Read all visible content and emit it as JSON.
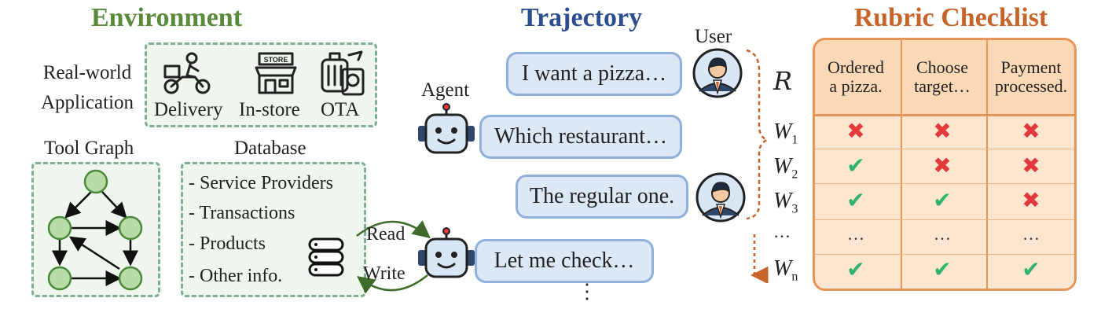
{
  "environment": {
    "title": "Environment",
    "realworld_label_line1": "Real-world",
    "realworld_label_line2": "Application",
    "apps": [
      {
        "label": "Delivery",
        "icon": "scooter-icon"
      },
      {
        "label": "In-store",
        "icon": "store-icon"
      },
      {
        "label": "OTA",
        "icon": "luggage-icon"
      }
    ],
    "store_sign": "STORE",
    "tool_graph_label": "Tool Graph",
    "database_label": "Database",
    "database_items": [
      "- Service Providers",
      "- Transactions",
      "- Products",
      "- Other info."
    ],
    "read_label": "Read",
    "write_label": "Write"
  },
  "trajectory": {
    "title": "Trajectory",
    "user_label": "User",
    "agent_label": "Agent",
    "messages": [
      {
        "role": "user",
        "text": "I want a pizza…"
      },
      {
        "role": "agent",
        "text": "Which restaurant…"
      },
      {
        "role": "user",
        "text": "The regular one."
      },
      {
        "role": "agent",
        "text": "Let me check…"
      }
    ],
    "continuation": "⋮"
  },
  "rubric": {
    "title": "Rubric Checklist",
    "corner_label": "R",
    "columns": [
      [
        "Ordered",
        "a pizza."
      ],
      [
        "Choose",
        "target…"
      ],
      [
        "Payment",
        "processed."
      ]
    ],
    "rows": [
      {
        "label": "W",
        "sub": "1",
        "marks": [
          "x",
          "x",
          "x"
        ]
      },
      {
        "label": "W",
        "sub": "2",
        "marks": [
          "check",
          "x",
          "x"
        ]
      },
      {
        "label": "W",
        "sub": "3",
        "marks": [
          "check",
          "check",
          "x"
        ]
      },
      {
        "label": "…",
        "sub": "",
        "marks": [
          "…",
          "…",
          "…"
        ]
      },
      {
        "label": "W",
        "sub": "n",
        "marks": [
          "check",
          "check",
          "check"
        ]
      }
    ],
    "colors": {
      "header_bg": "#fcd9b6",
      "body_bg": "#fde6d0",
      "border": "#e8955a",
      "check": "#2fb36a",
      "cross": "#e2393b"
    }
  }
}
